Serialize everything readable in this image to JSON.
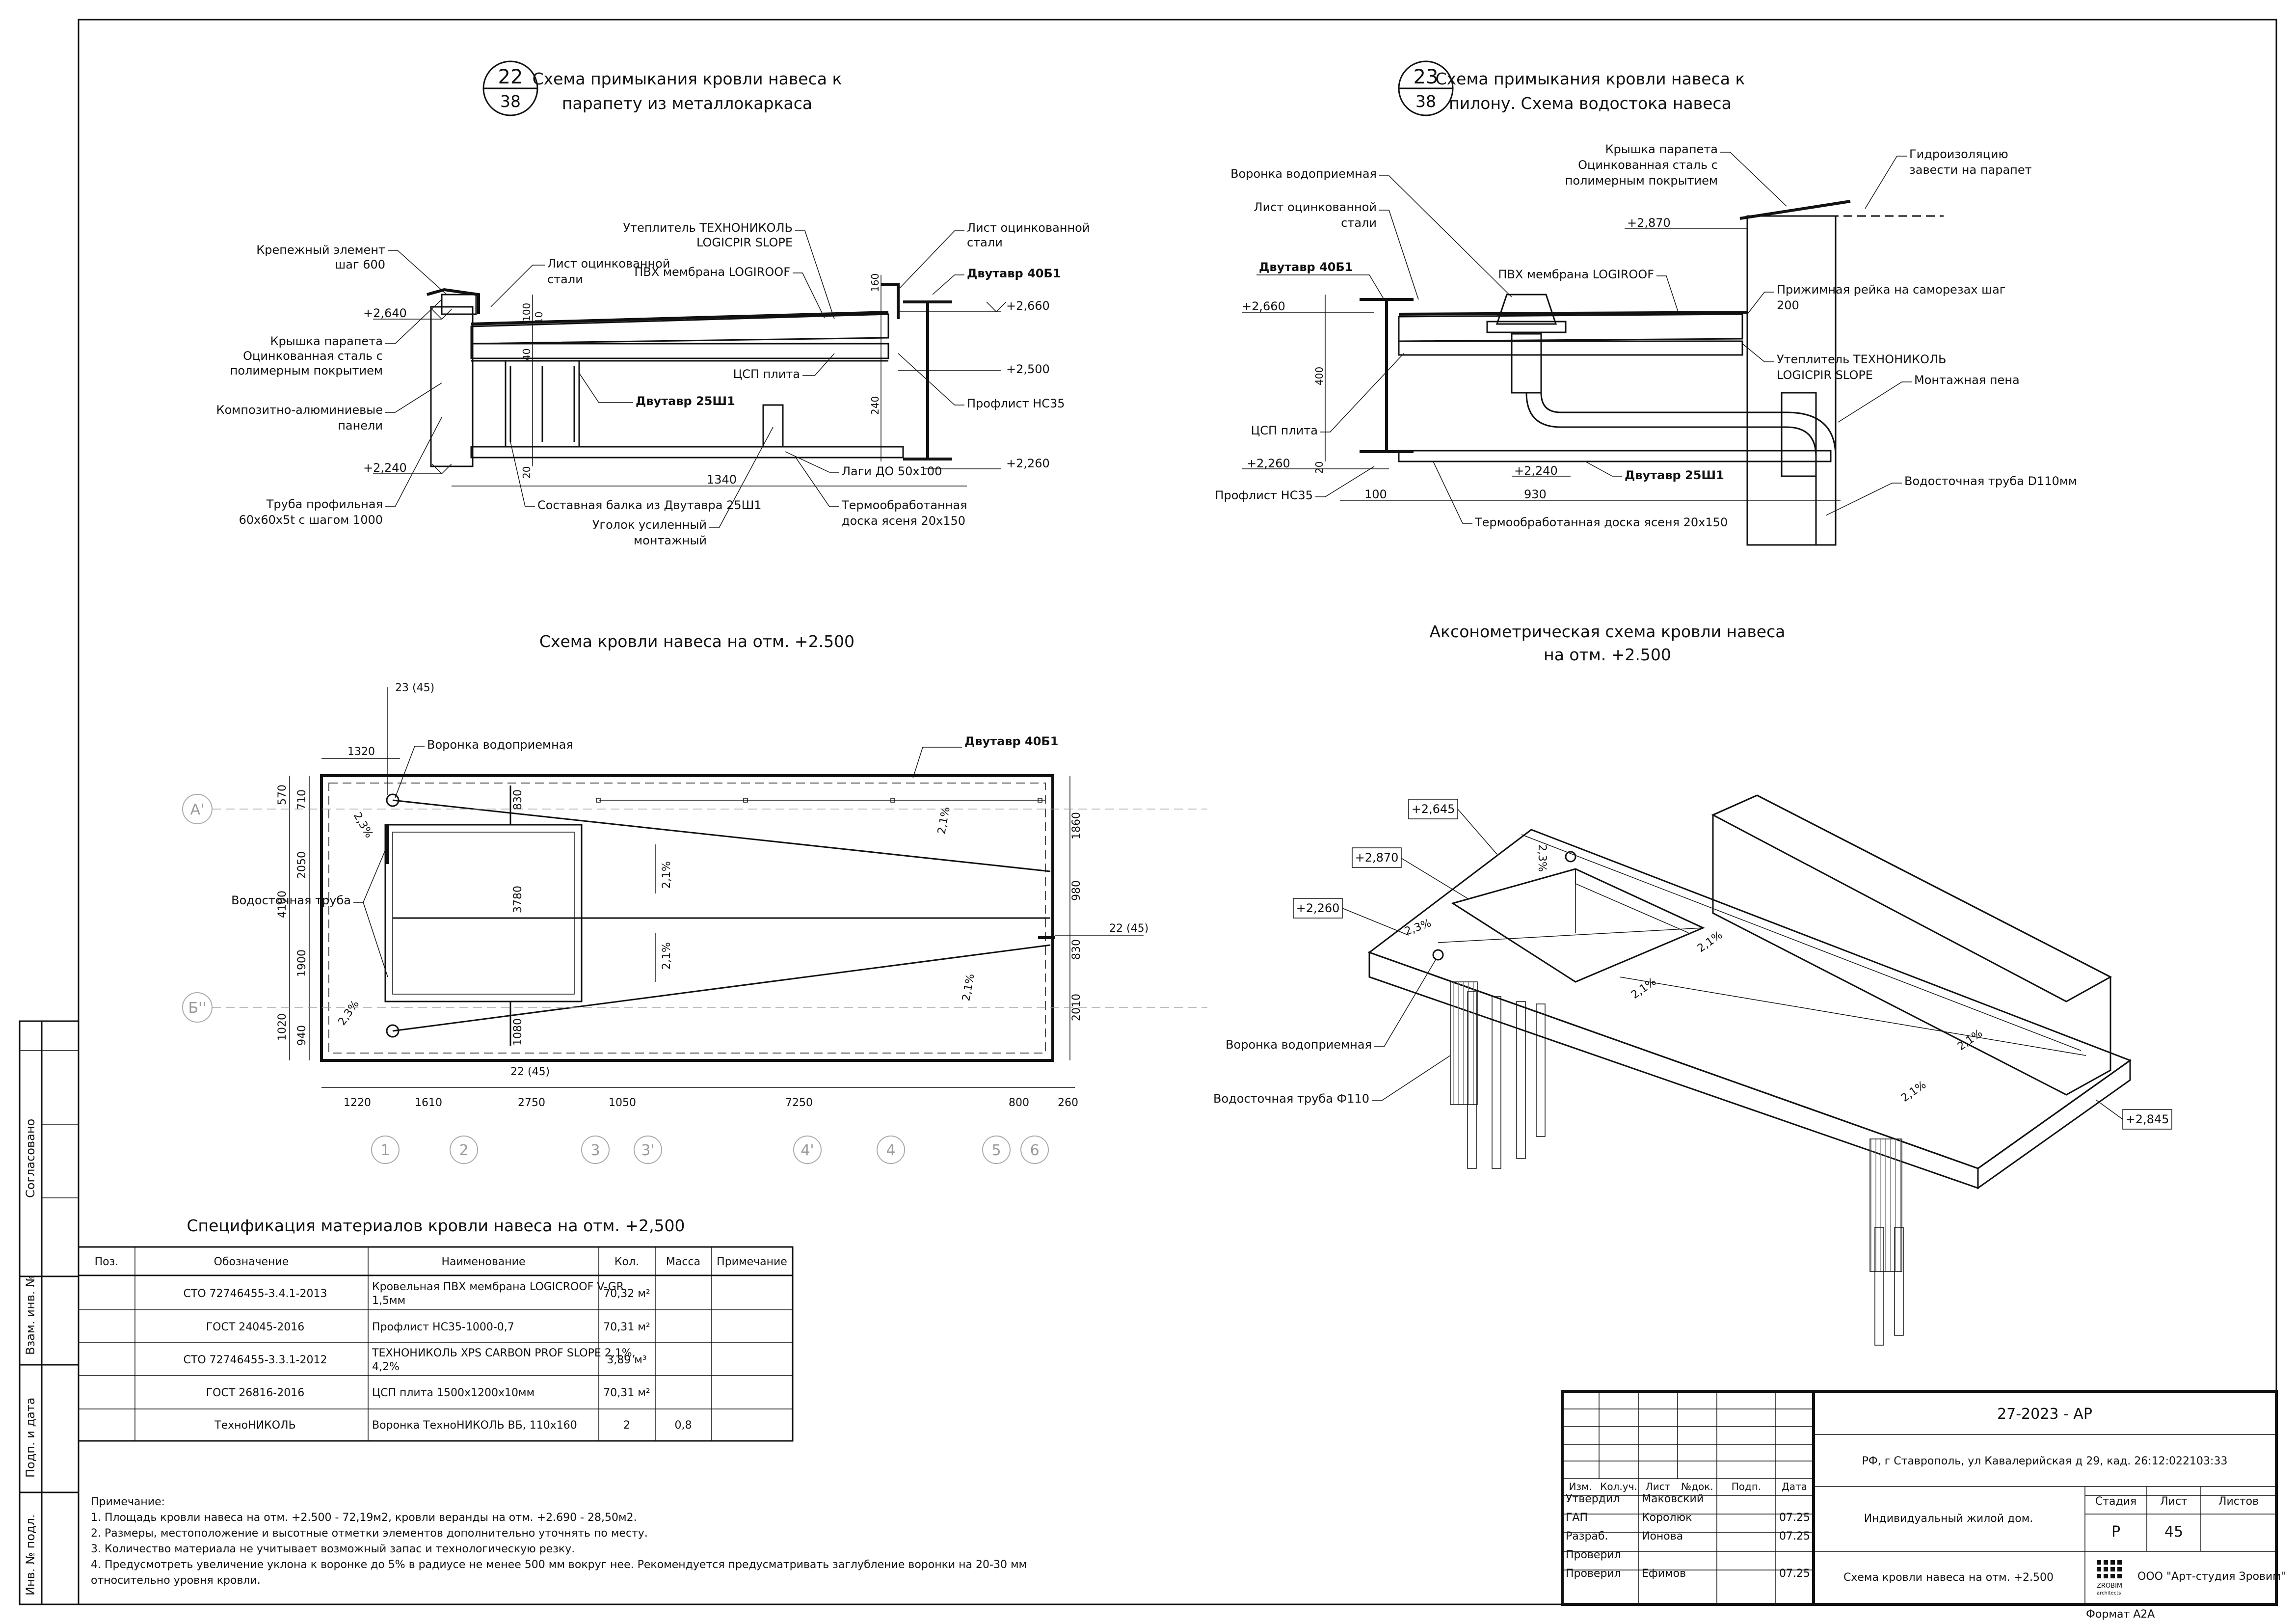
{
  "d22": {
    "num": "22",
    "sub": "38",
    "title": [
      "Схема примыкания кровли навеса к",
      "парапету из металлокаркаса"
    ],
    "labels": {
      "fastener": [
        "Крепежный элемент",
        "шаг 600"
      ],
      "sheet_l": [
        "Лист оцинкованной",
        "стали"
      ],
      "insul": [
        "Утеплитель ТЕХНОНИКОЛЬ",
        "LOGICPIR SLOPE"
      ],
      "sheet_r": [
        "Лист оцинкованной",
        "стали"
      ],
      "pvc": "ПВХ мембрана LOGIROOF",
      "beam40": "Двутавр 40Б1",
      "cap": [
        "Крышка парапета",
        "Оцинкованная сталь с",
        "полимерным покрытием"
      ],
      "composite": [
        "Композитно-алюминиевые",
        "панели"
      ],
      "tsp": "ЦСП плита",
      "beam25": "Двутавр 25Ш1",
      "profnastil": "Профлист НС35",
      "pipe": [
        "Труба профильная",
        "60х60х5t с шагом 1000"
      ],
      "composite_beam": "Составная балка из Двутавра 25Ш1",
      "angle": [
        "Уголок усиленный",
        "монтажный"
      ],
      "lagi": "Лаги ДО 50х100",
      "thermo": [
        "Термообработанная",
        "доска ясеня 20х150"
      ]
    },
    "marks": {
      "m2640": "+2,640",
      "m2240": "+2,240",
      "m2660": "+2,660",
      "m2500": "+2,500",
      "m2260": "+2,260"
    },
    "dims": {
      "d100": "100",
      "d10": "10",
      "d40": "40",
      "d20": "20",
      "d160": "160",
      "d240": "240",
      "d1340": "1340"
    }
  },
  "d23": {
    "num": "23",
    "sub": "38",
    "title": [
      "Схема примыкания кровли навеса к",
      "пилону. Схема водостока навеса"
    ],
    "labels": {
      "funnel": "Воронка водоприемная",
      "sheet": [
        "Лист оцинкованной",
        "стали"
      ],
      "cap": [
        "Крышка парапета",
        "Оцинкованная сталь с",
        "полимерным покрытием"
      ],
      "hydro": [
        "Гидроизоляцию",
        "завести на парапет"
      ],
      "beam40": "Двутавр 40Б1",
      "pvc": "ПВХ мембрана LOGIROOF",
      "rail": [
        "Прижимная рейка на саморезах шаг",
        "200"
      ],
      "insul": [
        "Утеплитель ТЕХНОНИКОЛЬ",
        "LOGICPIR SLOPE"
      ],
      "foam": "Монтажная пена",
      "tsp": "ЦСП плита",
      "downpipe": "Водосточная труба D110мм",
      "profnastil": "Профлист НС35",
      "beam25": "Двутавр 25Ш1",
      "thermo": "Термообработанная доска ясеня 20х150"
    },
    "marks": {
      "m2870": "+2,870",
      "m2660": "+2,660",
      "m2260": "+2,260",
      "m2240": "+2,240"
    },
    "dims": {
      "d400": "400",
      "d20": "20",
      "d100": "100",
      "d930": "930"
    }
  },
  "plan": {
    "title": "Схема кровли навеса на отм. +2.500",
    "funnel": "Воронка водоприемная",
    "downpipe": "Водосточная труба",
    "beam40": "Двутавр 40Б1",
    "d23_45": "23 (45)",
    "d22_45_r": "22 (45)",
    "d22_45_b": "22 (45)",
    "slopes": {
      "s1": "2,3%",
      "s2": "2,1%",
      "s3": "2,1%",
      "s4": "2,1%",
      "s5": "2,1%",
      "s6": "2,3%"
    },
    "dims_top": "1320",
    "dims_left_outer": [
      "570",
      "4100",
      "1020"
    ],
    "dims_left_inner": [
      "710",
      "2050",
      "1900",
      "940"
    ],
    "dims_mid": [
      "830",
      "3780",
      "1080"
    ],
    "dims_right": [
      "1860",
      "980",
      "830",
      "2010"
    ],
    "dims_bottom": [
      "1220",
      "1610",
      "2750",
      "1050",
      "7250",
      "800",
      "260"
    ],
    "axes_v": [
      "1",
      "2",
      "3",
      "3'",
      "4'",
      "4",
      "5",
      "6"
    ],
    "axes_h": [
      "А'",
      "Б''"
    ]
  },
  "axo": {
    "title": [
      "Аксонометрическая схема кровли навеса",
      "на отм. +2.500"
    ],
    "marks": [
      "+2,645",
      "+2,870",
      "+2,260",
      "+2,845"
    ],
    "funnel": "Воронка водоприемная",
    "downpipe": "Водосточная труба Ф110",
    "slopes": [
      "2,3%",
      "2,3%",
      "2,1%",
      "2,1%",
      "2,1%",
      "2,1%"
    ]
  },
  "spec": {
    "title": "Спецификация материалов кровли навеса на отм. +2,500",
    "headers": [
      "Поз.",
      "Обозначение",
      "Наименование",
      "Кол.",
      "Масса",
      "Примечание"
    ],
    "rows": [
      {
        "pos": "",
        "code": "СТО 72746455-3.4.1-2013",
        "name": [
          "Кровельная ПВХ мембрана LOGICROOF V-GR",
          "1,5мм"
        ],
        "qty": "70,32 м²",
        "mass": "",
        "note": ""
      },
      {
        "pos": "",
        "code": "ГОСТ 24045-2016",
        "name": [
          "Профлист НС35-1000-0,7"
        ],
        "qty": "70,31 м²",
        "mass": "",
        "note": ""
      },
      {
        "pos": "",
        "code": "СТО 72746455-3.3.1-2012",
        "name": [
          "ТЕХНОНИКОЛЬ XPS CARBON PROF SLOPE 2,1%,",
          "4,2%"
        ],
        "qty": "3,89 м³",
        "mass": "",
        "note": ""
      },
      {
        "pos": "",
        "code": "ГОСТ 26816-2016",
        "name": [
          "ЦСП плита 1500х1200х10мм"
        ],
        "qty": "70,31 м²",
        "mass": "",
        "note": ""
      },
      {
        "pos": "",
        "code": "ТехноНИКОЛЬ",
        "name": [
          "Воронка ТехноНИКОЛЬ ВБ, 110х160"
        ],
        "qty": "2",
        "mass": "0,8",
        "note": ""
      }
    ]
  },
  "notes": {
    "head": "Примечание:",
    "lines": [
      "1. Площадь кровли навеса на отм. +2.500 - 72,19м2, кровли веранды на отм. +2.690 - 28,50м2.",
      "2. Размеры, местоположение и высотные отметки элементов дополнительно уточнять по месту.",
      "3. Количество материала не учитывает возможный запас и технологическую резку.",
      "4. Предусмотреть увеличение уклона к воронке до 5% в радиусе не менее 500 мм вокруг нее. Рекомендуется предусматривать заглубление воронки на 20-30 мм",
      "   относительно уровня кровли."
    ]
  },
  "side": {
    "agreed": "Согласовано",
    "inv": "Взам. инв. №",
    "sign": "Подп. и дата",
    "orig": "Инв. № подл."
  },
  "stamp": {
    "code": "27-2023 - АР",
    "address": "РФ, г Ставрополь, ул Кавалерийская д 29, кад. 26:12:022103:33",
    "project": "Индивидуальный жилой дом.",
    "sheet_name": "Схема кровли навеса на отм. +2.500",
    "col_heads": [
      "Изм.",
      "Кол.уч.",
      "Лист",
      "№док.",
      "Подп.",
      "Дата"
    ],
    "roles": [
      {
        "role": "Утвердил",
        "name": "Маковский",
        "date": ""
      },
      {
        "role": "ГАП",
        "name": "Королюк",
        "date": "07.25"
      },
      {
        "role": "Разраб.",
        "name": "Ионова",
        "date": "07.25"
      },
      {
        "role": "Проверил",
        "name": "",
        "date": ""
      },
      {
        "role": "Проверил",
        "name": "Ефимов",
        "date": "07.25"
      }
    ],
    "stage_head": "Стадия",
    "sheet_head": "Лист",
    "sheets_head": "Листов",
    "stage": "Р",
    "sheet": "45",
    "sheets": "",
    "company": "ООО \"Арт-студия Зровим\"",
    "logo_text": "ZROBIM",
    "logo_sub": "architects",
    "format": "Формат А2А"
  }
}
